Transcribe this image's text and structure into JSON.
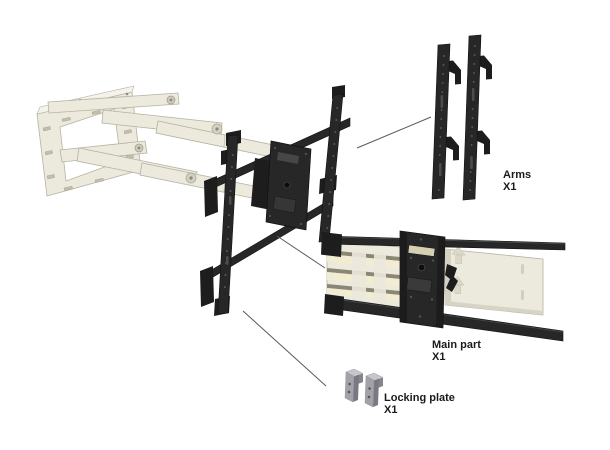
{
  "parts": {
    "arms": {
      "label": "Arms",
      "quantity": "X1"
    },
    "main_part": {
      "label": "Main part",
      "quantity": "X1"
    },
    "locking_plate": {
      "label": "Locking plate",
      "quantity": "X1"
    }
  },
  "colors": {
    "background": "#ffffff",
    "beige_part": "#ece9dd",
    "beige_shadow": "#b6b2a2",
    "black_part": "#272727",
    "gray_part": "#a2a2a8",
    "callout_line": "#5a5a5a",
    "label_text": "#1a1a1a"
  }
}
